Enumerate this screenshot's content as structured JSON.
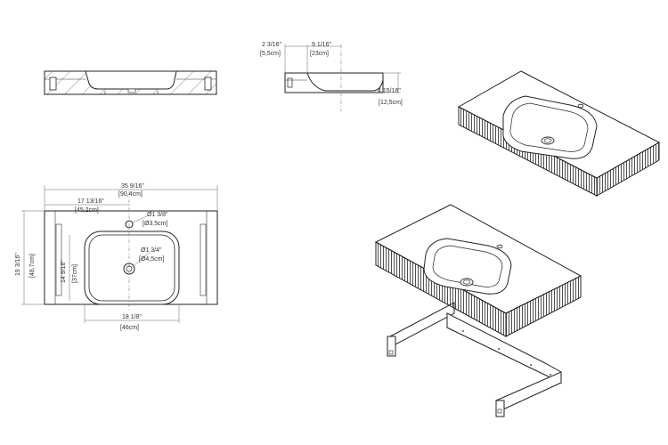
{
  "drawing": {
    "section_front": {},
    "section_side": {
      "dims": {
        "rim_height": "2 3/16\"",
        "rim_height_cm": "[5,5cm]",
        "basin_depth": "9 1/16\"",
        "basin_depth_cm": "[23cm]",
        "total_height": "4 15/16\"",
        "total_height_cm": "[12,5cm]"
      }
    },
    "plan_view": {
      "dims": {
        "overall_width": "35 9/16\"",
        "overall_width_cm": "[90,4cm]",
        "center_offset": "17 13/16\"",
        "center_offset_cm": "[45,2cm]",
        "tap_hole": "Ø1 3/8\"",
        "tap_hole_cm": "[Ø3,5cm]",
        "drain_hole": "Ø1 3/4\"",
        "drain_hole_cm": "[Ø4,5cm]",
        "overall_depth": "19 3/16\"",
        "overall_depth_cm": "[48,7cm]",
        "basin_length": "14 9/16\"",
        "basin_length_cm": "[37cm]",
        "basin_width": "18 1/8\"",
        "basin_width_cm": "[46cm]"
      }
    }
  }
}
